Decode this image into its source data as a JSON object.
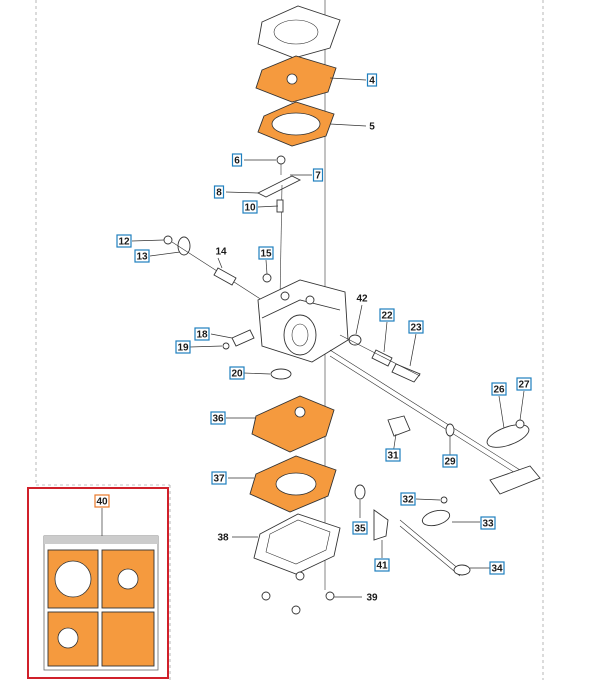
{
  "diagram": {
    "accent_box_color": "#1e7fbf",
    "kit_frame_color": "#d0202a",
    "gasket_color": "#f59a3e",
    "callouts": [
      {
        "id": "c4",
        "label": "4",
        "boxed": true
      },
      {
        "id": "c5",
        "label": "5",
        "boxed": false
      },
      {
        "id": "c6",
        "label": "6",
        "boxed": true
      },
      {
        "id": "c7",
        "label": "7",
        "boxed": true
      },
      {
        "id": "c8",
        "label": "8",
        "boxed": true
      },
      {
        "id": "c10",
        "label": "10",
        "boxed": true
      },
      {
        "id": "c12",
        "label": "12",
        "boxed": true
      },
      {
        "id": "c13",
        "label": "13",
        "boxed": true
      },
      {
        "id": "c14",
        "label": "14",
        "boxed": false
      },
      {
        "id": "c15",
        "label": "15",
        "boxed": true
      },
      {
        "id": "c42",
        "label": "42",
        "boxed": false
      },
      {
        "id": "c22",
        "label": "22",
        "boxed": true
      },
      {
        "id": "c23",
        "label": "23",
        "boxed": true
      },
      {
        "id": "c18",
        "label": "18",
        "boxed": true
      },
      {
        "id": "c19",
        "label": "19",
        "boxed": true
      },
      {
        "id": "c20",
        "label": "20",
        "boxed": true
      },
      {
        "id": "c26",
        "label": "26",
        "boxed": true
      },
      {
        "id": "c27",
        "label": "27",
        "boxed": true
      },
      {
        "id": "c36",
        "label": "36",
        "boxed": true
      },
      {
        "id": "c31",
        "label": "31",
        "boxed": true
      },
      {
        "id": "c29",
        "label": "29",
        "boxed": true
      },
      {
        "id": "c37",
        "label": "37",
        "boxed": true
      },
      {
        "id": "c40",
        "label": "40",
        "boxed": true
      },
      {
        "id": "c32",
        "label": "32",
        "boxed": true
      },
      {
        "id": "c33",
        "label": "33",
        "boxed": true
      },
      {
        "id": "c35",
        "label": "35",
        "boxed": true
      },
      {
        "id": "c38",
        "label": "38",
        "boxed": false
      },
      {
        "id": "c41",
        "label": "41",
        "boxed": true
      },
      {
        "id": "c34",
        "label": "34",
        "boxed": true
      },
      {
        "id": "c39",
        "label": "39",
        "boxed": false
      }
    ]
  }
}
